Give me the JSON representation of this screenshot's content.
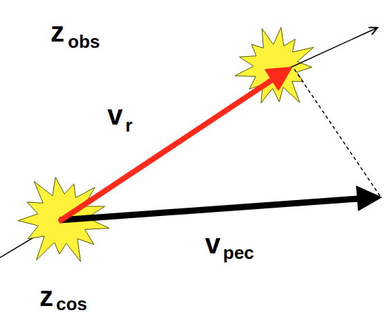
{
  "diagram": {
    "labels": [
      "z",
      "obs",
      "v",
      "r",
      "v",
      "pec",
      "z",
      "cos"
    ]
  }
}
